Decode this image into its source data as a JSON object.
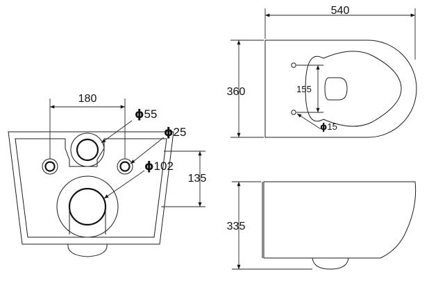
{
  "dimensions": {
    "front_width": "180",
    "front_height": "135",
    "top_length": "540",
    "top_width": "360",
    "hole_spacing": "155",
    "side_height": "335"
  },
  "diameters": {
    "symbol": "ϕ",
    "upper_pipe": "55",
    "side_holes": "25",
    "outlet": "102",
    "bolt_holes": "15"
  },
  "colors": {
    "line": "#111111",
    "background": "#ffffff"
  }
}
